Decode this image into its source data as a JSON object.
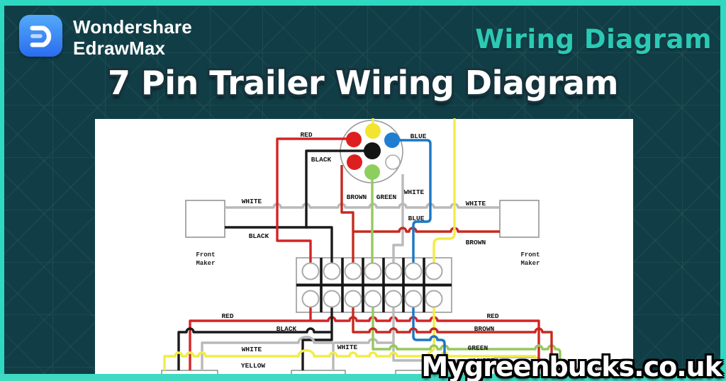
{
  "header": {
    "brand_line1": "Wondershare",
    "brand_line2": "EdrawMax",
    "corner_title": "Wiring Diagram",
    "main_title": "7 Pin Trailer Wiring Diagram"
  },
  "watermark": "Mygreenbucks.co.uk",
  "colors": {
    "frame_teal": "#2fd8c0",
    "bottom_strip_teal": "#40dac3",
    "background_teal": "#113e46",
    "corner_title_teal": "#2cc9b4",
    "logo_blue": "#3c8df5",
    "panel_white": "#ffffff"
  },
  "diagram": {
    "wire_labels": {
      "red": "RED",
      "black": "BLACK",
      "blue": "BLUE",
      "brown": "BROWN",
      "green": "GREEN",
      "white": "WHITE",
      "yellow": "YELLOW"
    },
    "front_marker": {
      "line1": "Front",
      "line2": "Maker"
    },
    "wire_colors": {
      "red": "#d32525",
      "black": "#1a1a1a",
      "blue": "#1b76c4",
      "green": "#95c95d",
      "yellow": "#f2ec45",
      "white": "#b9b9b9",
      "brown": "#c52a20"
    },
    "pin_colors": {
      "yellow": "#f2e430",
      "red": "#de1f1f",
      "blue": "#1e7fd2",
      "black": "#141414",
      "white": "#ffffff",
      "green": "#8ccf5e"
    },
    "connector_pin_order": [
      "yellow",
      "red",
      "blue",
      "black",
      "red",
      "white",
      "green"
    ],
    "terminal_columns": 7,
    "terminal_rows": 2
  }
}
